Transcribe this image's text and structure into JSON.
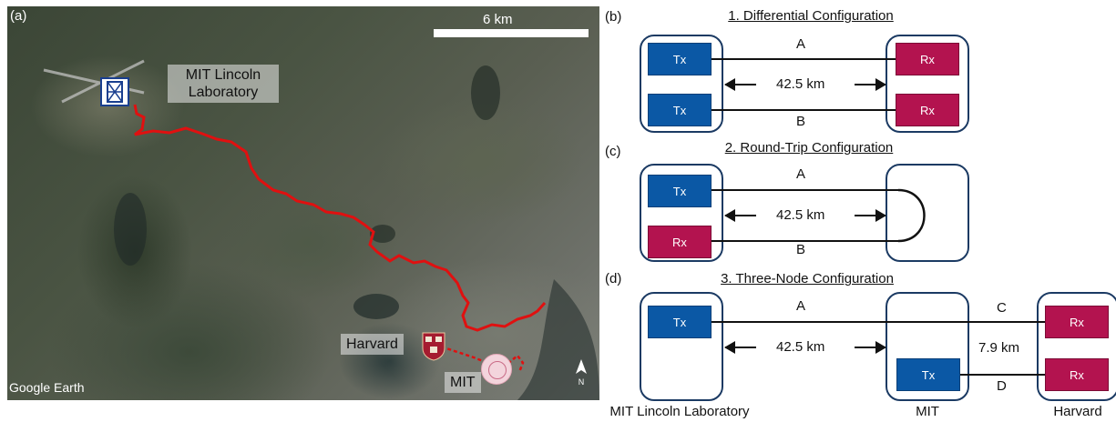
{
  "map": {
    "panel_label": "(a)",
    "scale_label": "6 km",
    "lincoln_label_line1": "MIT Lincoln",
    "lincoln_label_line2": "Laboratory",
    "harvard_label": "Harvard",
    "mit_label": "MIT",
    "watermark": "Google Earth",
    "route_color": "#e01010",
    "icons": [
      "lincoln-lab-logo",
      "harvard-shield-logo",
      "mit-seal-logo",
      "north-compass-icon"
    ]
  },
  "panels": {
    "b": {
      "label": "(b)",
      "title": "1. Differential Configuration",
      "tx1": "Tx",
      "tx2": "Tx",
      "rx1": "Rx",
      "rx2": "Rx",
      "fiber_a": "A",
      "fiber_b": "B",
      "distance": "42.5 km"
    },
    "c": {
      "label": "(c)",
      "title": "2. Round-Trip Configuration",
      "tx": "Tx",
      "rx": "Rx",
      "fiber_a": "A",
      "fiber_b": "B",
      "distance": "42.5 km"
    },
    "d": {
      "label": "(d)",
      "title": "3. Three-Node Configuration",
      "tx_lincoln": "Tx",
      "tx_mit": "Tx",
      "rx1": "Rx",
      "rx2": "Rx",
      "fiber_a": "A",
      "fiber_c": "C",
      "fiber_d": "D",
      "distance_long": "42.5 km",
      "distance_short": "7.9 km"
    }
  },
  "sites": {
    "lincoln": "MIT Lincoln Laboratory",
    "mit": "MIT",
    "harvard": "Harvard"
  },
  "colors": {
    "tx": "#0b58a5",
    "rx": "#b3134f",
    "node_border": "#1b3a63"
  }
}
